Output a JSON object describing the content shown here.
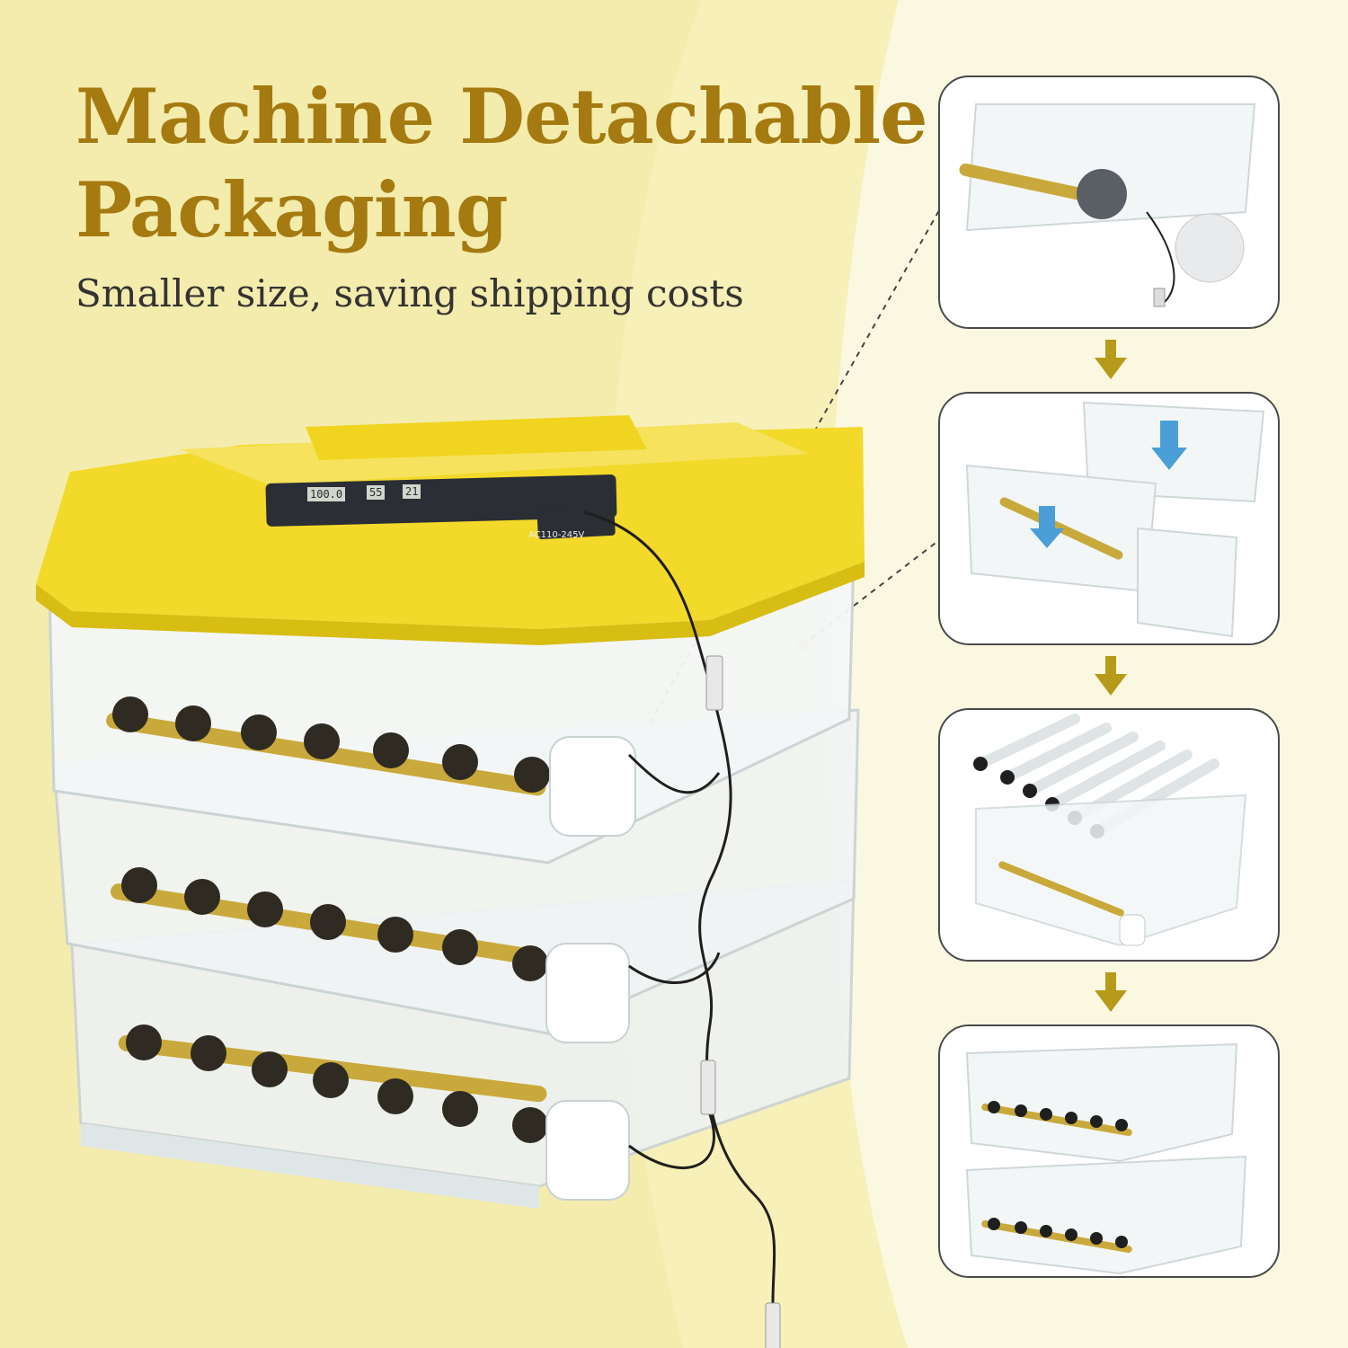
{
  "header": {
    "title_line1": "Machine Detachable",
    "title_line2": "Packaging",
    "subtitle": "Smaller size, saving shipping costs"
  },
  "control_panel": {
    "display_values": [
      "100.0",
      "55",
      "21"
    ],
    "voltage": "AC110-245V"
  },
  "steps": [
    {
      "name": "motor-separated"
    },
    {
      "name": "frame-assembly"
    },
    {
      "name": "rollers-inserted"
    },
    {
      "name": "trays-stacked"
    }
  ],
  "colors": {
    "title": "#a57a10",
    "lid_yellow": "#f2d92a",
    "arrow": "#b89a1a",
    "panel_border": "#4a4a4a",
    "background": "#fbf8e2"
  }
}
